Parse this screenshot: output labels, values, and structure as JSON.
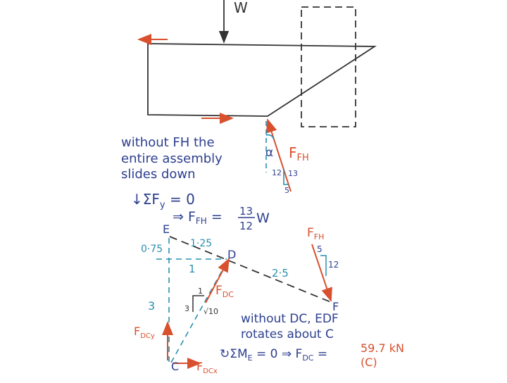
{
  "colors": {
    "ink": "#333333",
    "blue": "#2c3f8f",
    "red": "#d9502e",
    "teal": "#2a8fb0"
  },
  "top": {
    "w": "W",
    "note": [
      "without FH the",
      "entire assembly",
      "slides down"
    ],
    "alpha": "α",
    "ffh": "F",
    "ffh_sub": "FH",
    "tri": {
      "hyp": "13",
      "vert": "12",
      "base": "5"
    },
    "eq1": "↓ΣF",
    "eq1_sub": "y",
    "eq1_rest": " = 0",
    "eq2": "⇒ F",
    "eq2_sub": "FH",
    "eq2_mid": " = ",
    "eq2_num": "13",
    "eq2_den": "12",
    "eq2_w": "W"
  },
  "bottom": {
    "labels": {
      "E": "E",
      "D": "D",
      "F": "F",
      "C": "C"
    },
    "dims": {
      "d075": "0·75",
      "d125": "1·25",
      "d1": "1",
      "d25": "2·5",
      "d3": "3"
    },
    "tri2": {
      "one": "1",
      "three": "3",
      "root": "√10"
    },
    "fdc": "F",
    "fdc_sub": "DC",
    "ffh": "F",
    "ffh_sub": "FH",
    "tri3": {
      "five": "5",
      "twelve": "12"
    },
    "fdcy": "F",
    "fdcy_sub": "DCy",
    "fdcx": "F",
    "fdcx_sub": "DCx",
    "note": [
      "without DC, EDF",
      "rotates about C"
    ],
    "moment": "↻ΣM",
    "moment_sub": "E",
    "moment_rest": " = 0 ⇒ F",
    "moment_fdc_sub": "DC",
    "moment_eq": " =",
    "answer": "59.7 kN",
    "answer2": "(C)"
  }
}
